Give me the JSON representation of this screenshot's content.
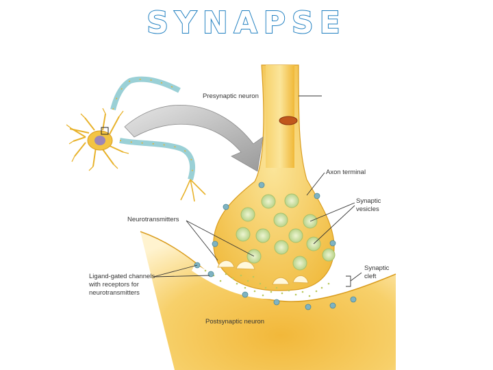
{
  "title": "SYNAPSE",
  "labels": {
    "presynaptic": "Presynaptic neuron",
    "axon_terminal": "Axon terminal",
    "synaptic_vesicles_1": "Synaptic",
    "synaptic_vesicles_2": "vesicles",
    "neurotransmitters": "Neurotransmitters",
    "ligand_1": "Ligand-gated channels",
    "ligand_2": "with receptors for",
    "ligand_3": "neurotransmitters",
    "cleft_1": "Synaptic",
    "cleft_2": "cleft",
    "postsynaptic": "Postsynaptic neuron"
  },
  "colors": {
    "title": "#1f7fc0",
    "neuron_fill": "#f3c443",
    "neuron_light": "#fbe7a3",
    "myelin": "#b9e3e6",
    "vesicle": "#d8e8b0",
    "receptor": "#7fb3c2",
    "arrow": "#a8a8a8"
  }
}
